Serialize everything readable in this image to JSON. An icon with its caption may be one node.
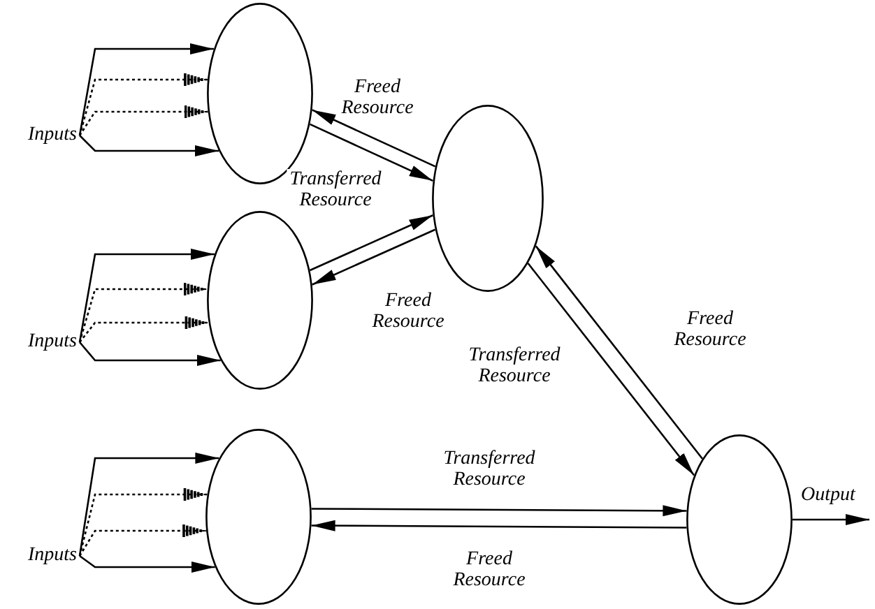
{
  "diagram": {
    "nodes": [
      {
        "text": [],
        "shape": "ellipse"
      },
      {
        "text": [],
        "shape": "ellipse"
      },
      {
        "text": [],
        "shape": "ellipse"
      },
      {
        "text": [],
        "shape": "ellipse"
      },
      {
        "text": [],
        "shape": "ellipse"
      },
      {
        "text": [
          "Output"
        ]
      },
      {
        "text": [
          "Inputs"
        ]
      },
      {
        "text": [
          "Inputs"
        ]
      },
      {
        "text": [
          "Inputs"
        ]
      }
    ],
    "edges": [
      {
        "from": 3,
        "to": 0,
        "arrow": "to",
        "label": "Freed Resource"
      },
      {
        "from": 0,
        "to": 3,
        "arrow": "to",
        "label": "Transferred Resource"
      },
      {
        "from": 1,
        "to": 3,
        "arrow": "to"
      },
      {
        "from": 3,
        "to": 1,
        "arrow": "to",
        "label": "Freed Resource"
      },
      {
        "from": 3,
        "to": 4,
        "arrow": "to",
        "label": "Transferred Resource"
      },
      {
        "from": 4,
        "to": 3,
        "arrow": "to",
        "label": "Freed Resource"
      },
      {
        "from": 2,
        "to": 4,
        "arrow": "to",
        "label": "Transferred Resource"
      },
      {
        "from": 4,
        "to": 2,
        "arrow": "to",
        "label": "Freed Resource"
      },
      {
        "from": 4,
        "to": 5,
        "arrow": "to"
      },
      {
        "from": 6,
        "to": 0,
        "arrow": "to"
      },
      {
        "from": 6,
        "to": 0,
        "arrow": "to",
        "style": "dashed"
      },
      {
        "from": 6,
        "to": 0,
        "arrow": "to",
        "style": "dashed"
      },
      {
        "from": 6,
        "to": 0,
        "arrow": "to"
      },
      {
        "from": 7,
        "to": 1,
        "arrow": "to"
      },
      {
        "from": 7,
        "to": 1,
        "arrow": "to",
        "style": "dashed"
      },
      {
        "from": 7,
        "to": 1,
        "arrow": "to",
        "style": "dashed"
      },
      {
        "from": 7,
        "to": 1,
        "arrow": "to"
      },
      {
        "from": 8,
        "to": 2,
        "arrow": "to"
      },
      {
        "from": 8,
        "to": 2,
        "arrow": "to",
        "style": "dashed"
      },
      {
        "from": 8,
        "to": 2,
        "arrow": "to",
        "style": "dashed"
      },
      {
        "from": 8,
        "to": 2,
        "arrow": "to"
      }
    ]
  }
}
